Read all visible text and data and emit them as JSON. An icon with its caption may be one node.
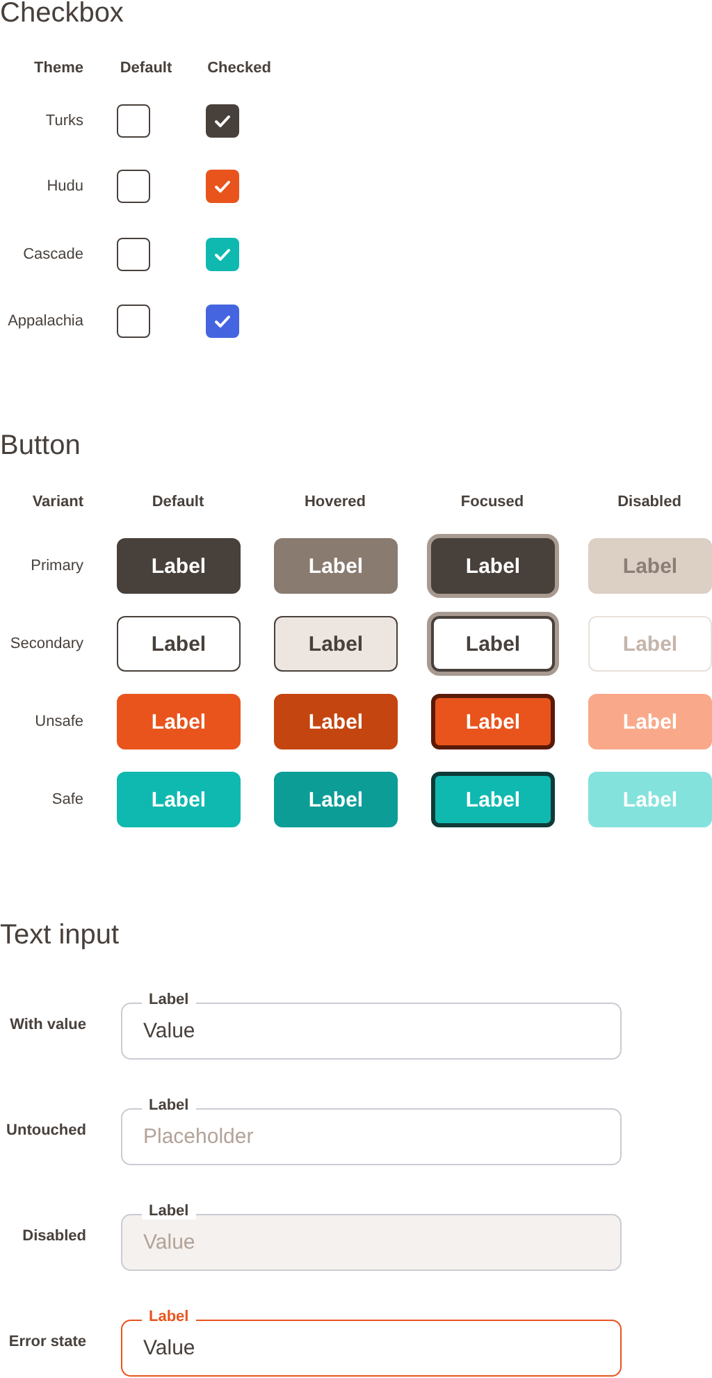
{
  "diagram": {
    "nodes": [
      {
        "text": [
          "Label"
        ]
      },
      {
        "text": [
          "Label"
        ]
      },
      {
        "text": [
          "Label"
        ]
      },
      {
        "text": [
          "Label"
        ]
      },
      {
        "text": [
          "Label"
        ]
      },
      {
        "text": [
          "Label"
        ]
      },
      {
        "text": [
          "Label"
        ]
      },
      {
        "text": [
          "Label"
        ]
      },
      {
        "text": [
          "Label"
        ]
      },
      {
        "text": [
          "Label"
        ]
      },
      {
        "text": [
          "Label"
        ]
      },
      {
        "text": [
          "Label"
        ]
      },
      {
        "text": [
          "Label"
        ]
      },
      {
        "text": [
          "Label"
        ]
      },
      {
        "text": [
          "Label"
        ]
      },
      {
        "text": [
          "Label"
        ]
      },
      {
        "text": [
          "Label",
          "Value"
        ]
      },
      {
        "text": [
          "Label",
          "Placeholder"
        ]
      },
      {
        "text": [
          "Label",
          "Value"
        ]
      },
      {
        "text": [
          "Label",
          "Value"
        ]
      }
    ],
    "labels": [
      "Checkbox",
      "Theme",
      "Default",
      "Checked",
      "Turks",
      "Hudu",
      "Cascade",
      "Appalachia",
      "Button",
      "Variant",
      "Default",
      "Hovered",
      "Focused",
      "Disabled",
      "Primary",
      "Secondary",
      "Unsafe",
      "Safe",
      "Text input",
      "With value",
      "Untouched",
      "Disabled",
      "Error state"
    ]
  }
}
